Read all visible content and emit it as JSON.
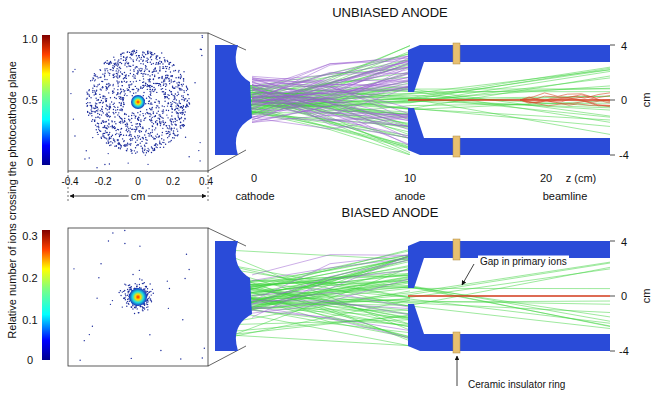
{
  "diagram": {
    "labels": [
      "UNBIASED ANODE",
      "1.0",
      "0.5",
      "0",
      "-0.4",
      "-0.2",
      "0",
      "0.2",
      "0.4",
      "cm",
      "4",
      "0",
      "-4",
      "cm",
      "0",
      "10",
      "20",
      "z (cm)",
      "cathode",
      "anode",
      "beamline",
      "BIASED ANODE",
      "0.3",
      "0.2",
      "0.1",
      "0",
      "4",
      "0",
      "-4",
      "cm",
      "Gap in primary ions",
      "Ceramic insulator ring",
      "Relative number of ions crossing the photocathode plane"
    ]
  }
}
